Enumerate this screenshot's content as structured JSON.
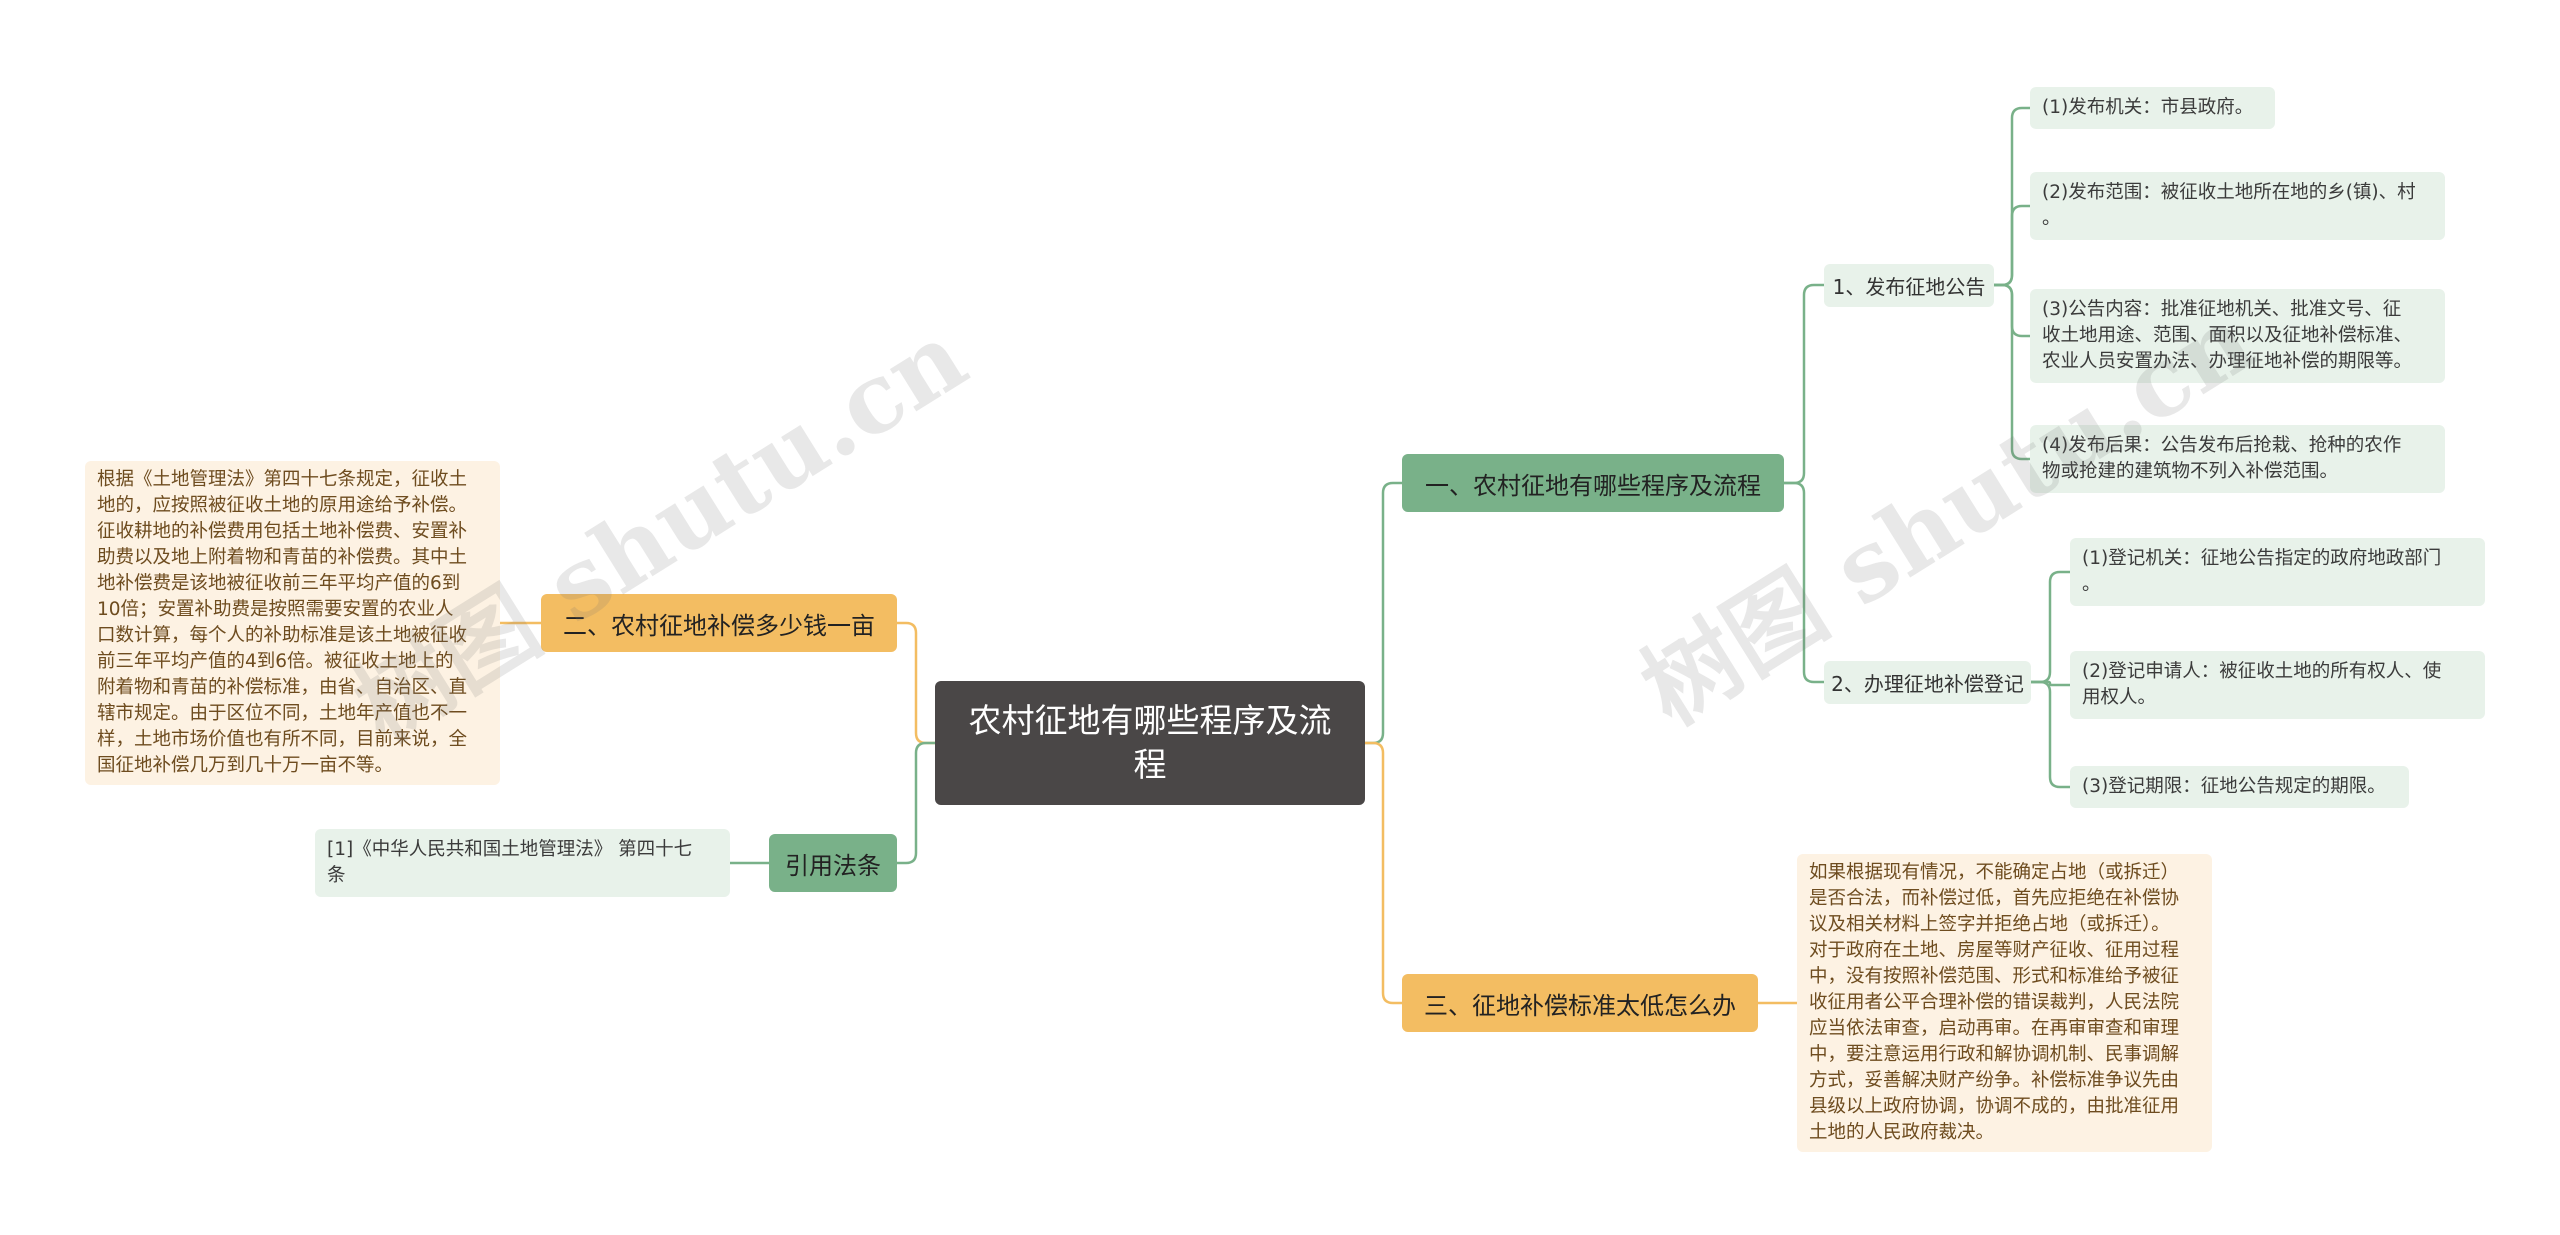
{
  "colors": {
    "green": "#79b189",
    "orange": "#f3bd62",
    "root": "#4a4747",
    "leaf_green": "#e8f2ea",
    "leaf_orange": "#fdf2e3"
  },
  "watermark": "树图 shutu.cn",
  "root": {
    "text": "农村征地有哪些程序及流\n程"
  },
  "branch1": {
    "label": "一、农村征地有哪些程序及流程",
    "sub1": {
      "label": "1、发布征地公告",
      "items": [
        "(1)发布机关：市县政府。",
        "(2)发布范围：被征收土地所在地的乡(镇)、村\n。",
        "(3)公告内容：批准征地机关、批准文号、征\n收土地用途、范围、面积以及征地补偿标准、\n农业人员安置办法、办理征地补偿的期限等。",
        "(4)发布后果：公告发布后抢栽、抢种的农作\n物或抢建的建筑物不列入补偿范围。"
      ]
    },
    "sub2": {
      "label": "2、办理征地补偿登记",
      "items": [
        "(1)登记机关：征地公告指定的政府地政部门\n。",
        "(2)登记申请人：被征收土地的所有权人、使\n用权人。",
        "(3)登记期限：征地公告规定的期限。"
      ]
    }
  },
  "branch2": {
    "label": "二、农村征地补偿多少钱一亩",
    "note": "根据《土地管理法》第四十七条规定，征收土\n地的，应按照被征收土地的原用途给予补偿。\n征收耕地的补偿费用包括土地补偿费、安置补\n助费以及地上附着物和青苗的补偿费。其中土\n地补偿费是该地被征收前三年平均产值的6到\n10倍；安置补助费是按照需要安置的农业人\n口数计算，每个人的补助标准是该土地被征收\n前三年平均产值的4到6倍。被征收土地上的\n附着物和青苗的补偿标准，由省、自治区、直\n辖市规定。由于区位不同，土地年产值也不一\n样，土地市场价值也有所不同，目前来说，全\n国征地补偿几万到几十万一亩不等。"
  },
  "branch3": {
    "label": "三、征地补偿标准太低怎么办",
    "note": "如果根据现有情况，不能确定占地（或拆迁）\n是否合法，而补偿过低，首先应拒绝在补偿协\n议及相关材料上签字并拒绝占地（或拆迁）。\n对于政府在土地、房屋等财产征收、征用过程\n中，没有按照补偿范围、形式和标准给予被征\n收征用者公平合理补偿的错误裁判，人民法院\n应当依法审查，启动再审。在再审审查和审理\n中，要注意运用行政和解协调机制、民事调解\n方式，妥善解决财产纷争。补偿标准争议先由\n县级以上政府协调，协调不成的，由批准征用\n土地的人民政府裁决。"
  },
  "citation": {
    "label": "引用法条",
    "items": [
      "[1]《中华人民共和国土地管理法》 第四十七\n条"
    ]
  }
}
